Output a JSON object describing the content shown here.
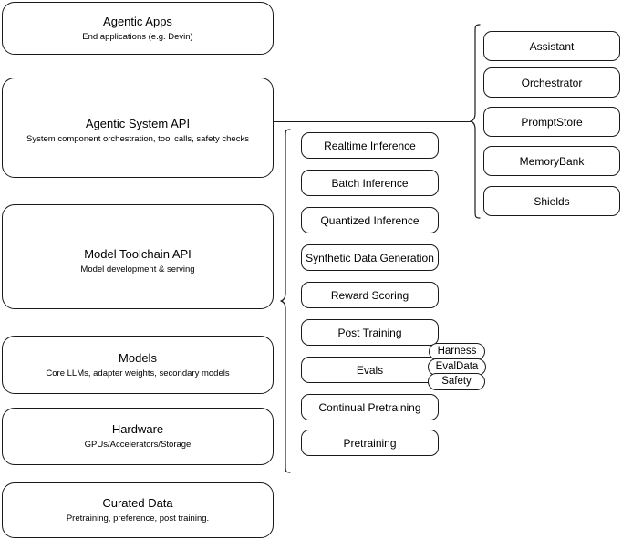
{
  "diagram": {
    "title": "AI Stack Layers Architecture Diagram",
    "colors": {
      "stroke": "#1a1a1a",
      "background": "#ffffff",
      "text": "#000000"
    },
    "layers": [
      {
        "title": "Agentic Apps",
        "subtitle": "End applications (e.g. Devin)"
      },
      {
        "title": "Agentic System API",
        "subtitle": "System component orchestration, tool calls, safety checks"
      },
      {
        "title": "Model Toolchain API",
        "subtitle": "Model development & serving"
      },
      {
        "title": "Models",
        "subtitle": "Core LLMs, adapter weights, secondary models"
      },
      {
        "title": "Hardware",
        "subtitle": "GPUs/Accelerators/Storage"
      },
      {
        "title": "Curated Data",
        "subtitle": "Pretraining, preference, post training."
      }
    ],
    "toolchain_capabilities": [
      "Realtime Inference",
      "Batch Inference",
      "Quantized Inference",
      "Synthetic Data Generation",
      "Reward Scoring",
      "Post Training",
      "Evals",
      "Continual Pretraining",
      "Pretraining"
    ],
    "eval_subcomponents": [
      "Harness",
      "EvalData",
      "Safety"
    ],
    "agentic_system_components": [
      "Assistant",
      "Orchestrator",
      "PromptStore",
      "MemoryBank",
      "Shields"
    ]
  }
}
